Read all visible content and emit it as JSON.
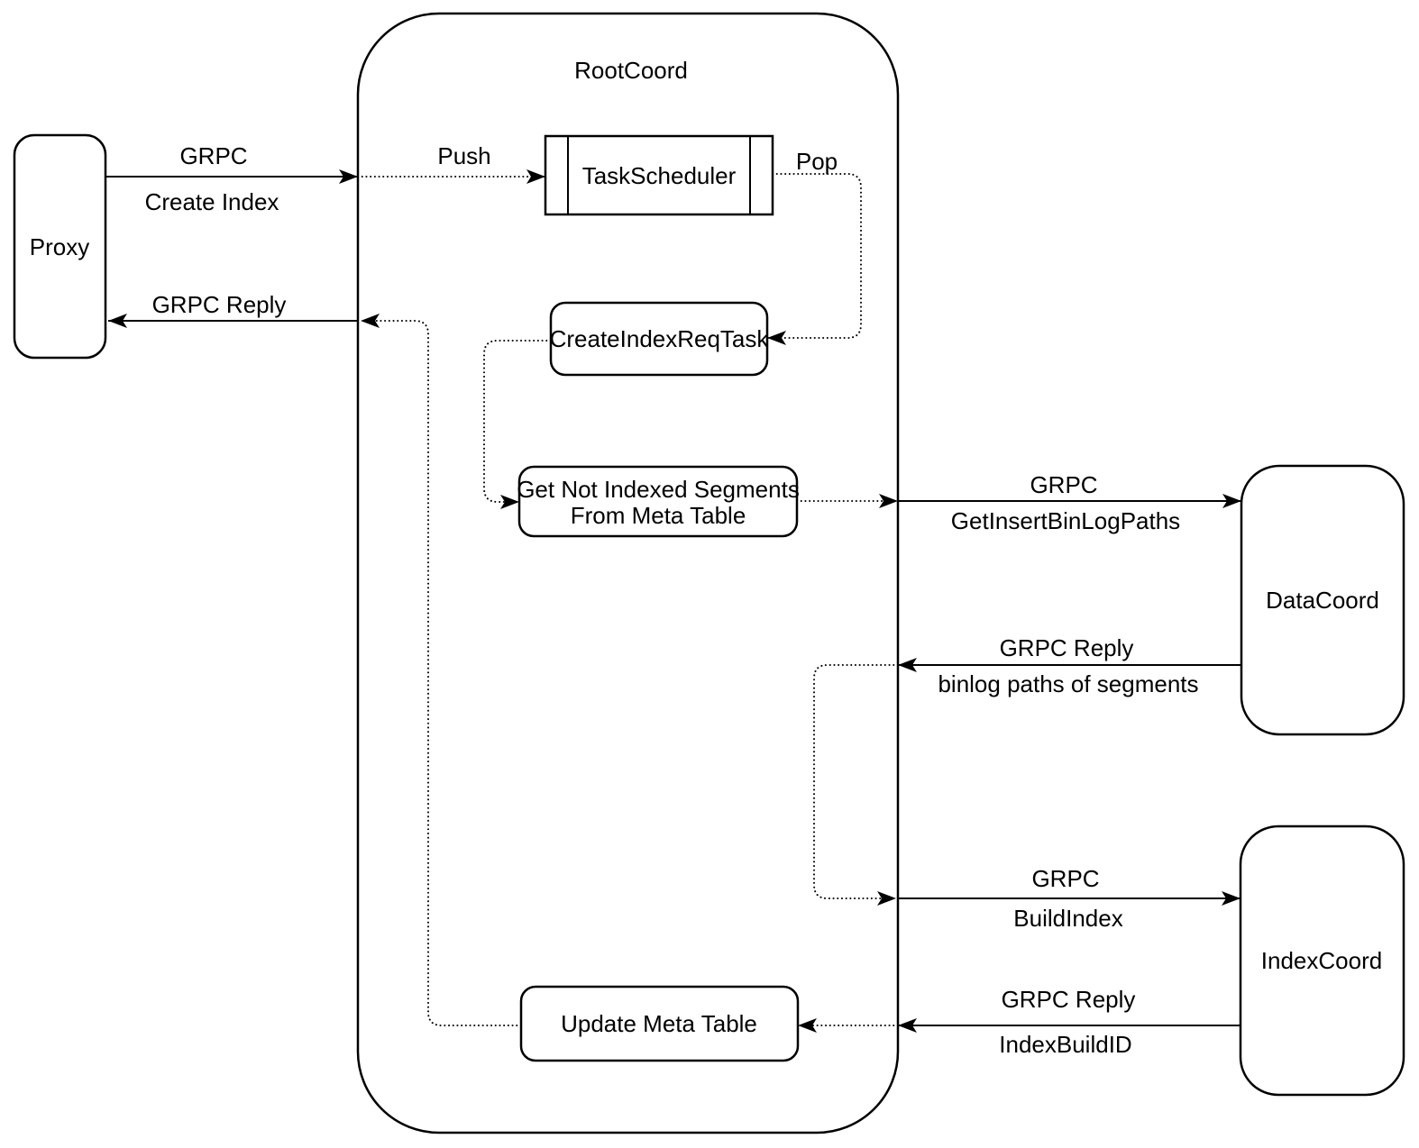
{
  "diagram": {
    "nodes": {
      "proxy": {
        "label": "Proxy"
      },
      "root_coord": {
        "label": "RootCoord"
      },
      "task_scheduler": {
        "label": "TaskScheduler"
      },
      "create_index_req_task": {
        "label": "CreateIndexReqTask"
      },
      "get_not_indexed_segments": {
        "line1": "Get Not Indexed Segments",
        "line2": "From Meta Table"
      },
      "update_meta_table": {
        "label": "Update Meta Table"
      },
      "data_coord": {
        "label": "DataCoord"
      },
      "index_coord": {
        "label": "IndexCoord"
      }
    },
    "edges": {
      "create_index": {
        "top": "GRPC",
        "bottom": "Create Index"
      },
      "grpc_reply_to_proxy": {
        "top": "GRPC Reply"
      },
      "push": {
        "top": "Push"
      },
      "pop": {
        "top": "Pop"
      },
      "get_insert_binlog_paths": {
        "top": "GRPC",
        "bottom": "GetInsertBinLogPaths"
      },
      "binlog_paths_reply": {
        "top": "GRPC Reply",
        "bottom": "binlog paths of segments"
      },
      "build_index": {
        "top": "GRPC",
        "bottom": "BuildIndex"
      },
      "index_build_id_reply": {
        "top": "GRPC Reply",
        "bottom": "IndexBuildID"
      }
    },
    "colors": {
      "stroke": "#000000",
      "text": "#000000",
      "background": "#ffffff"
    }
  }
}
